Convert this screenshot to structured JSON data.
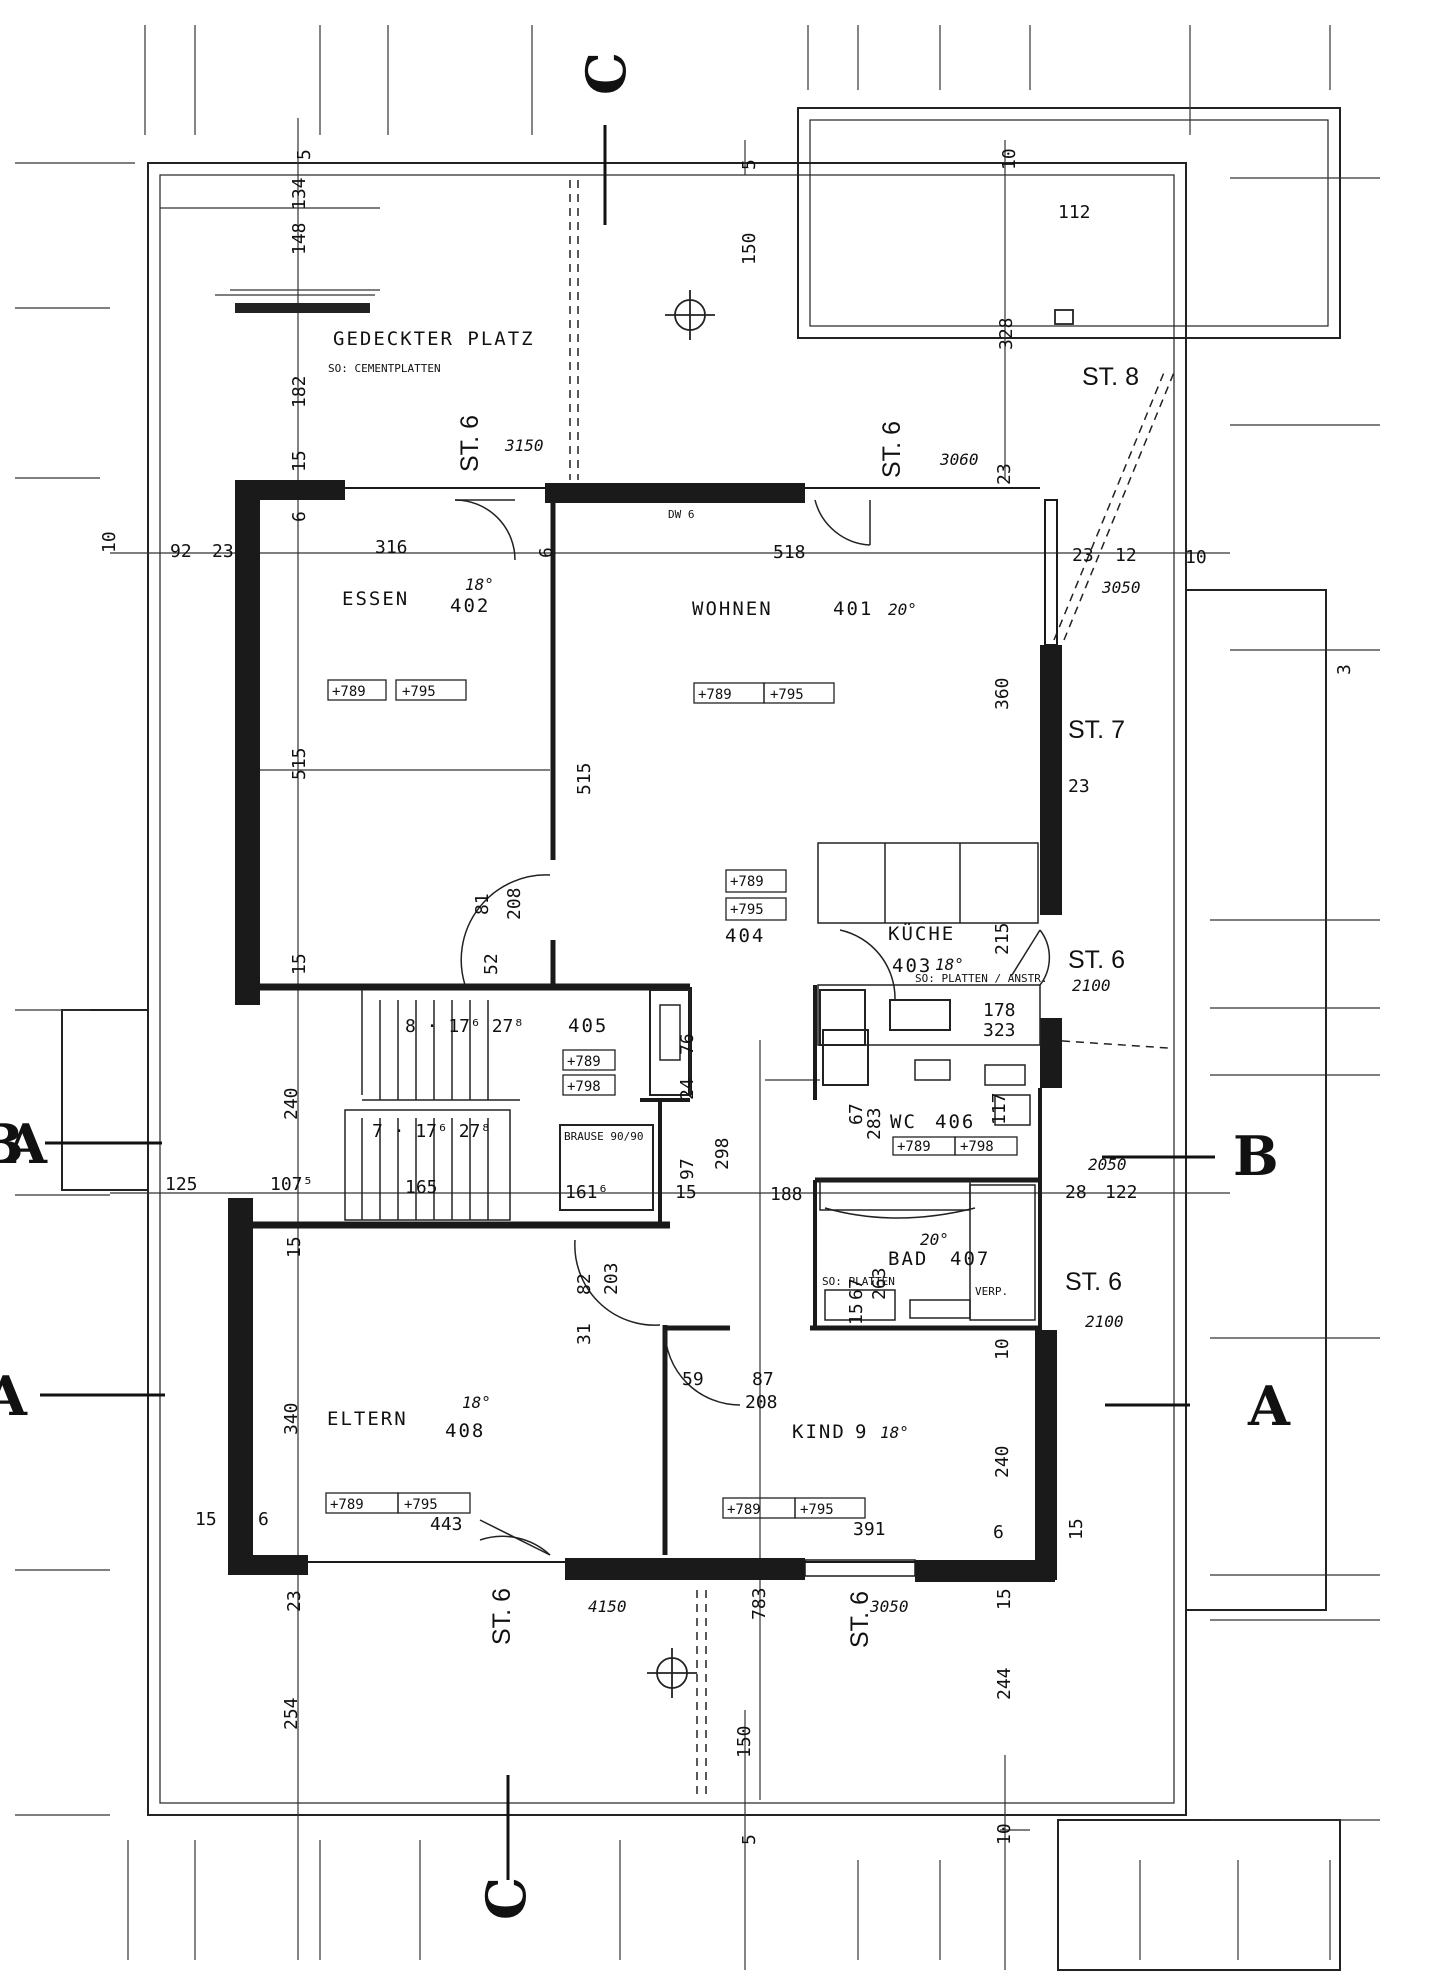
{
  "rooms": {
    "gedeckter": {
      "title": "GEDECKTER PLATZ",
      "sub": "SO: CEMENTPLATTEN"
    },
    "essen": {
      "name": "ESSEN",
      "number": "402",
      "temp": "18°"
    },
    "wohnen": {
      "name": "WOHNEN",
      "number": "401",
      "temp": "20°"
    },
    "kuche": {
      "name": "KÜCHE",
      "number": "403",
      "temp": "18°"
    },
    "diele": {
      "number": "404"
    },
    "flur": {
      "number": "405"
    },
    "wc": {
      "name": "WC",
      "number": "406"
    },
    "bad": {
      "name": "BAD",
      "number": "407",
      "temp": "20°"
    },
    "eltern": {
      "name": "ELTERN",
      "number": "408",
      "temp": "18°"
    },
    "kind": {
      "name": "KIND",
      "number": "9",
      "temp": "18°"
    }
  },
  "levels": {
    "a": "+789",
    "b": "+795",
    "c": "+798"
  },
  "stutzen": {
    "st6": "ST. 6",
    "st7": "ST. 7",
    "st8": "ST. 8"
  },
  "heights": {
    "h3150": "3150",
    "h3060": "3060",
    "h3050": "3050",
    "h2100": "2100",
    "h2050": "2050",
    "h4150": "4150"
  },
  "sections": {
    "a": "A",
    "b": "B",
    "c": "C"
  },
  "stairs": {
    "upper": "8 · 17⁶ 27⁸",
    "lower": "7 · 17⁶ 27⁸",
    "width": "165",
    "brause": "BRAUSE 90/90",
    "brause_dim": "161⁶"
  },
  "dims": {
    "d316": "316",
    "d518": "518",
    "d515": "515",
    "d515b": "515",
    "d360": "360",
    "d23": "23",
    "d23b": "23",
    "d23c": "23",
    "d12": "12",
    "d10": "10",
    "d10b": "10",
    "d92": "92",
    "d23d": "23",
    "d148": "148",
    "d134": "134",
    "d5": "5",
    "d5b": "5",
    "d5c": "5",
    "d10c": "10",
    "d182": "182",
    "d15": "15",
    "d6": "6",
    "d6b": "6",
    "d150": "150",
    "d328": "328",
    "d112": "112",
    "d15b": "15",
    "d240": "240",
    "d125": "125",
    "d107": "107⁵",
    "d81": "81",
    "d208": "208",
    "d52": "52",
    "d15c": "15",
    "d340": "340",
    "d443": "443",
    "d15d": "15",
    "d6c": "6",
    "d391": "391",
    "d240b": "240",
    "d6d": "6",
    "d15e": "15",
    "d59": "59",
    "d87": "87",
    "d208b": "208",
    "d10d": "10",
    "d82": "82",
    "d203": "203",
    "d31": "31",
    "d28": "28",
    "d122": "122",
    "d188": "188",
    "d254": "254",
    "d244": "244",
    "d150b": "150",
    "d783": "783",
    "d23e": "23",
    "d15f": "15",
    "d10e": "10",
    "d76": "76",
    "d24": "24",
    "d97": "97",
    "d298": "298",
    "d15g": "15",
    "d67": "67",
    "d263": "263",
    "d15h": "15",
    "d117": "117",
    "d178": "178",
    "d323": "323",
    "d215": "215",
    "d67b": "67",
    "d283": "283",
    "d3": "3"
  },
  "notes": {
    "dw6": "DW 6",
    "bad_so": "SO: PLATTEN",
    "kuche_so": "SO: PLATTEN / ANSTR.",
    "verp": "VERP."
  }
}
